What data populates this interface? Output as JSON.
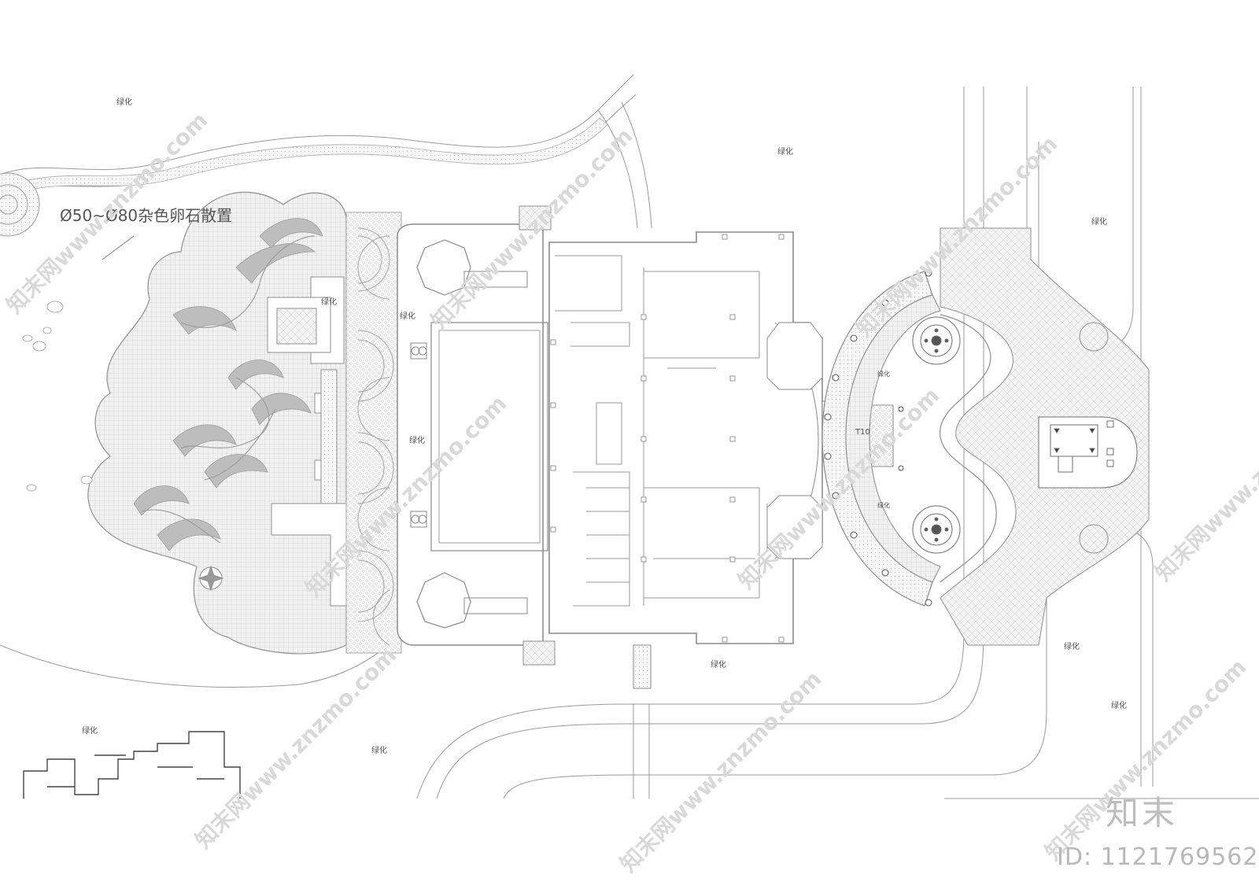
{
  "labels": {
    "greening": "绿化",
    "pebble_note": "Ø50~Ø80杂色卵石散置",
    "step_mark": "T10"
  },
  "watermark": {
    "site": "知末网www.znzmo.com"
  },
  "brand": {
    "logo_text": "知末",
    "id_text": "ID: 1121769562"
  },
  "colors": {
    "line": "#9a9a9a",
    "fill_light": "#e6e6e6",
    "fill_mid": "#cfcfcf",
    "ornament": "#b9b9b9",
    "watermark": "#d9d9d9"
  }
}
